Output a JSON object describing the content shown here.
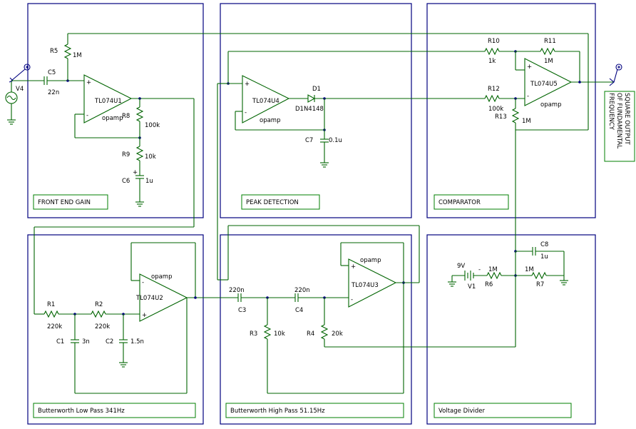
{
  "blocks": {
    "front_end": "FRONT END GAIN",
    "peak": "PEAK DETECTION",
    "comparator": "COMPARATOR",
    "lowpass": "Butterworth Low Pass 341Hz",
    "highpass": "Butterworth High Pass 51.15Hz",
    "divider": "Voltage Divider"
  },
  "output_label": [
    "SQUARE OUTPUT",
    "OF FUNDAMENTAL",
    "FREQUENCY"
  ],
  "components": {
    "v4": "V4",
    "c5": "C5",
    "c5_val": "22n",
    "r5": "R5",
    "r5_val": "1M",
    "u1": "TL074U1",
    "u1_type": "opamp",
    "r8": "R8",
    "r8_val": "100k",
    "r9": "R9",
    "r9_val": "10k",
    "c6": "C6",
    "c6_val": "1u",
    "u4": "TL074U4",
    "u4_type": "opamp",
    "d1": "D1",
    "d1_val": "D1N4148",
    "c7": "C7",
    "c7_val": "0.1u",
    "r10": "R10",
    "r10_val": "1k",
    "r11": "R11",
    "r11_val": "1M",
    "r12": "R12",
    "r12_val": "100k",
    "r13": "R13",
    "r13_val": "1M",
    "u5": "TL074U5",
    "u5_type": "opamp",
    "r1": "R1",
    "r1_val": "220k",
    "r2": "R2",
    "r2_val": "220k",
    "c1": "C1",
    "c1_val": "3n",
    "c2": "C2",
    "c2_val": "1.5n",
    "u2": "TL074U2",
    "u2_type": "opamp",
    "c3": "C3",
    "c3_val": "220n",
    "c4": "C4",
    "c4_val": "220n",
    "r3": "R3",
    "r3_val": "10k",
    "r4": "R4",
    "r4_val": "20k",
    "u3": "TL074U3",
    "u3_type": "opamp",
    "c8": "C8",
    "c8_val": "1u",
    "v1": "V1",
    "v1_val": "9V",
    "r6": "R6",
    "r6_val": "1M",
    "r7": "R7",
    "r7_val": "1M",
    "plus": "+",
    "minus": "-"
  }
}
